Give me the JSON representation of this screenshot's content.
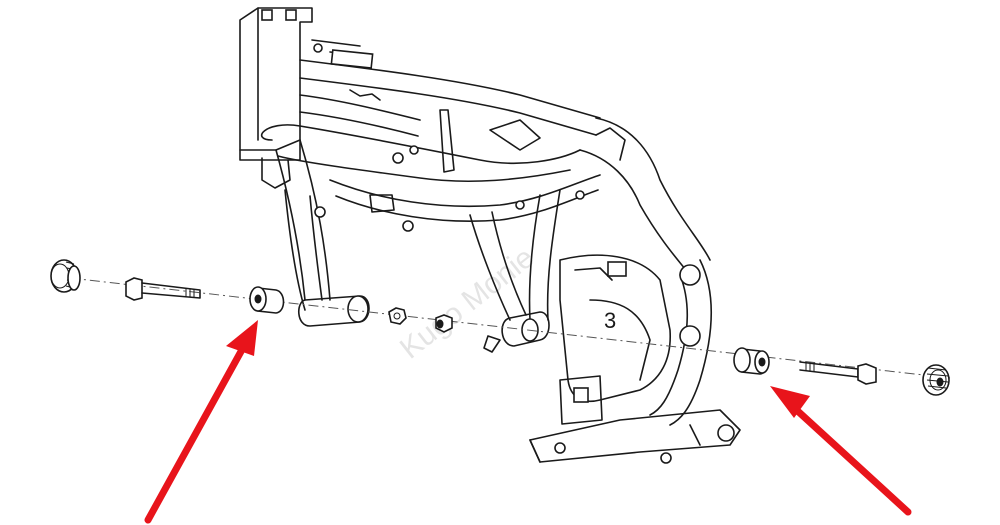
{
  "diagram": {
    "part_number_label": "3",
    "watermark": "Kugo Monie",
    "colors": {
      "line": "#1a1a1a",
      "arrow": "#e8141b",
      "background": "#ffffff"
    },
    "arrows": [
      {
        "target": "left-bushing"
      },
      {
        "target": "right-bushing"
      }
    ]
  }
}
